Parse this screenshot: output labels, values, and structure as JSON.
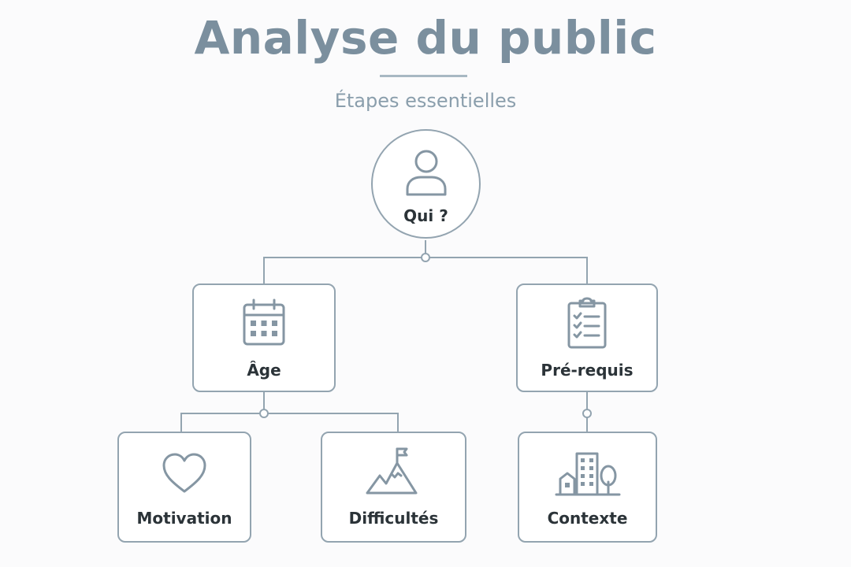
{
  "header": {
    "title": "Analyse du public",
    "subtitle": "Étapes essentielles"
  },
  "nodes": {
    "root": {
      "label": "Qui ?",
      "icon": "person-icon"
    },
    "age": {
      "label": "Âge",
      "icon": "calendar-icon"
    },
    "prerequis": {
      "label": "Pré-requis",
      "icon": "clipboard-checklist-icon"
    },
    "motivation": {
      "label": "Motivation",
      "icon": "heart-icon"
    },
    "difficultes": {
      "label": "Difficultés",
      "icon": "mountain-flag-icon"
    },
    "contexte": {
      "label": "Contexte",
      "icon": "buildings-tree-icon"
    }
  },
  "colors": {
    "title": "#7b8f9e",
    "stroke": "#93a4b0",
    "icon": "#8596a3",
    "label": "#2b3338"
  }
}
